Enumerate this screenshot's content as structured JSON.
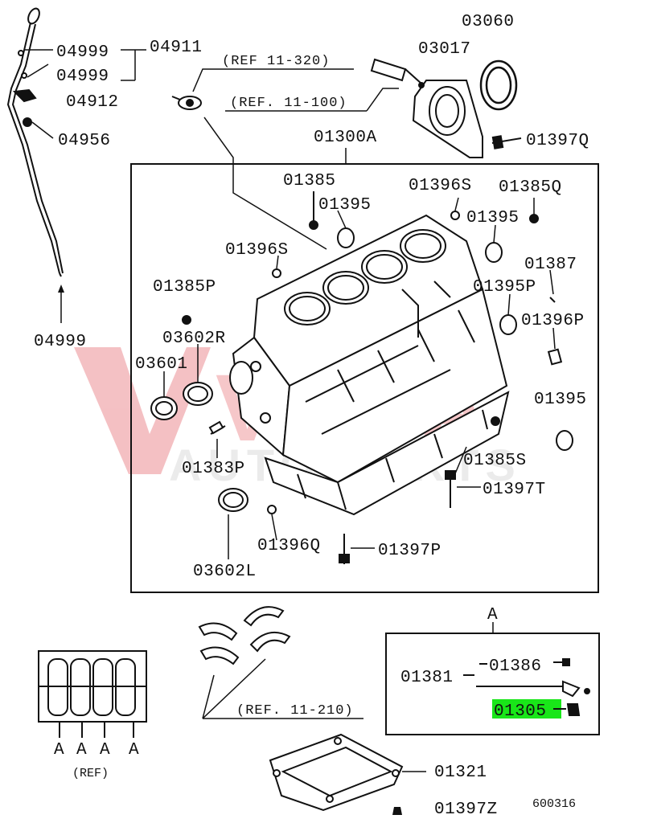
{
  "labels": {
    "p04911": "04911",
    "p04999_a": "04999",
    "p04999_b": "04999",
    "p04912": "04912",
    "p04956": "04956",
    "p04999_c": "04999",
    "p03060": "03060",
    "p03017": "03017",
    "p01397q": "01397Q",
    "p01300a": "01300A",
    "p01385": "01385",
    "p01395_a": "01395",
    "p01396s_a": "01396S",
    "p01385q": "01385Q",
    "p01395_b": "01395",
    "p01396s_b": "01396S",
    "p01387": "01387",
    "p01385p": "01385P",
    "p01395p": "01395P",
    "p01396p": "01396P",
    "p03602r": "03602R",
    "p03601": "03601",
    "p01395_c": "01395",
    "p01383p": "01383P",
    "p01385s": "01385S",
    "p01397t": "01397T",
    "p01396q": "01396Q",
    "p01397p": "01397P",
    "p03602l": "03602L",
    "p01381": "01381",
    "p01386": "01386",
    "p01305": "01305",
    "p01321": "01321",
    "p01397z": "01397Z"
  },
  "refs": {
    "ref_1_320": "(REF 11-320)",
    "ref_11_100": "(REF. 11-100)",
    "ref_11_210": "(REF. 11-210)"
  },
  "detail": {
    "marker_a": "A",
    "bearing_a": [
      "A",
      "A",
      "A",
      "A"
    ],
    "bearing_caption": "(REF)"
  },
  "figure_code": "600316",
  "watermark": {
    "big": "VESA",
    "small": "AUTO PARTS"
  },
  "colors": {
    "highlight": "#19e619",
    "watermark": "#d9222a",
    "line": "#111111"
  }
}
